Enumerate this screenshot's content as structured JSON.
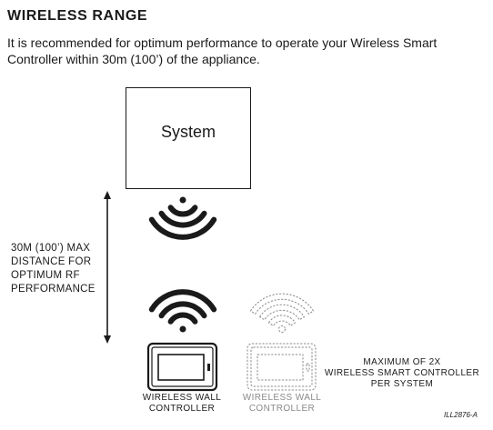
{
  "heading": "WIRELESS RANGE",
  "intro": "It is recommended for optimum performance to operate your Wireless Smart Controller within 30m (100’) of the appliance.",
  "system_label": "System",
  "distance_label": [
    "30M (100’) MAX",
    "DISTANCE FOR",
    "OPTIMUM RF",
    "PERFORMANCE"
  ],
  "controller_primary_caption": [
    "WIRELESS WALL",
    "CONTROLLER"
  ],
  "controller_secondary_caption": [
    "WIRELESS WALL",
    "CONTROLLER"
  ],
  "max_note": [
    "MAXIMUM OF 2X",
    "WIRELESS SMART CONTROLLER",
    "PER SYSTEM"
  ],
  "figure_ref": "ILL2876-A",
  "icons": [
    "wifi-signal-icon",
    "wifi-signal-icon",
    "wifi-signal-outline-icon",
    "wall-controller-icon",
    "wall-controller-outline-icon",
    "double-arrow-icon"
  ],
  "colors": {
    "ink": "#1a1a1a",
    "faded": "#8a8a8a"
  }
}
